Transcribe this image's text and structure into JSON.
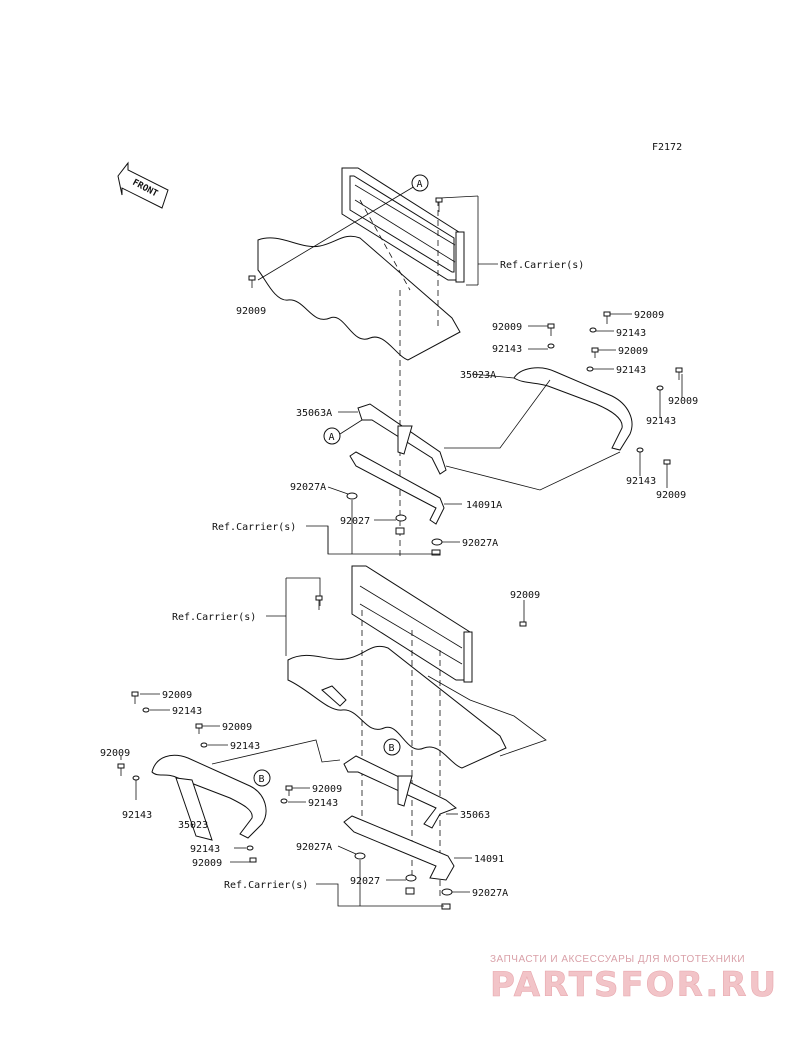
{
  "diagram_code": "F2172",
  "front_label": "FRONT",
  "callouts": {
    "A": "A",
    "B": "B"
  },
  "part_labels": {
    "p92009_top_left": "92009",
    "ref_carrier_top": "Ref.Carrier(s)",
    "p92009_r1": "92009",
    "p92009_r2": "92009",
    "p92143_r1": "92143",
    "p92143_r2": "92143",
    "p92009_r3": "92009",
    "p92143_r3": "92143",
    "p35023A": "35023A",
    "p92009_r4": "92009",
    "p92143_r4": "92143",
    "p92143_r5": "92143",
    "p92009_r5": "92009",
    "p35063A": "35063A",
    "p92027A_1": "92027A",
    "p14091A": "14091A",
    "ref_carrier_mid": "Ref.Carrier(s)",
    "p92027_1": "92027",
    "p92027A_2": "92027A",
    "p92009_mid": "92009",
    "ref_carrier_low": "Ref.Carrier(s)",
    "p92009_l1": "92009",
    "p92143_l1": "92143",
    "p92009_l2": "92009",
    "p92143_l2": "92143",
    "p92009_l3": "92009",
    "p92143_l3": "92143",
    "p35023": "35023",
    "p92009_l4": "92009",
    "p92143_l4": "92143",
    "p92143_l5": "92143",
    "p92009_l5": "92009",
    "p35063": "35063",
    "p92027A_3": "92027A",
    "p14091": "14091",
    "ref_carrier_bottom": "Ref.Carrier(s)",
    "p92027_2": "92027",
    "p92027A_4": "92027A"
  },
  "watermark": {
    "tagline": "ЗАПЧАСТИ И АКСЕССУАРЫ ДЛЯ МОТОТЕХНИКИ",
    "brand": "PARTSFOR.RU"
  }
}
